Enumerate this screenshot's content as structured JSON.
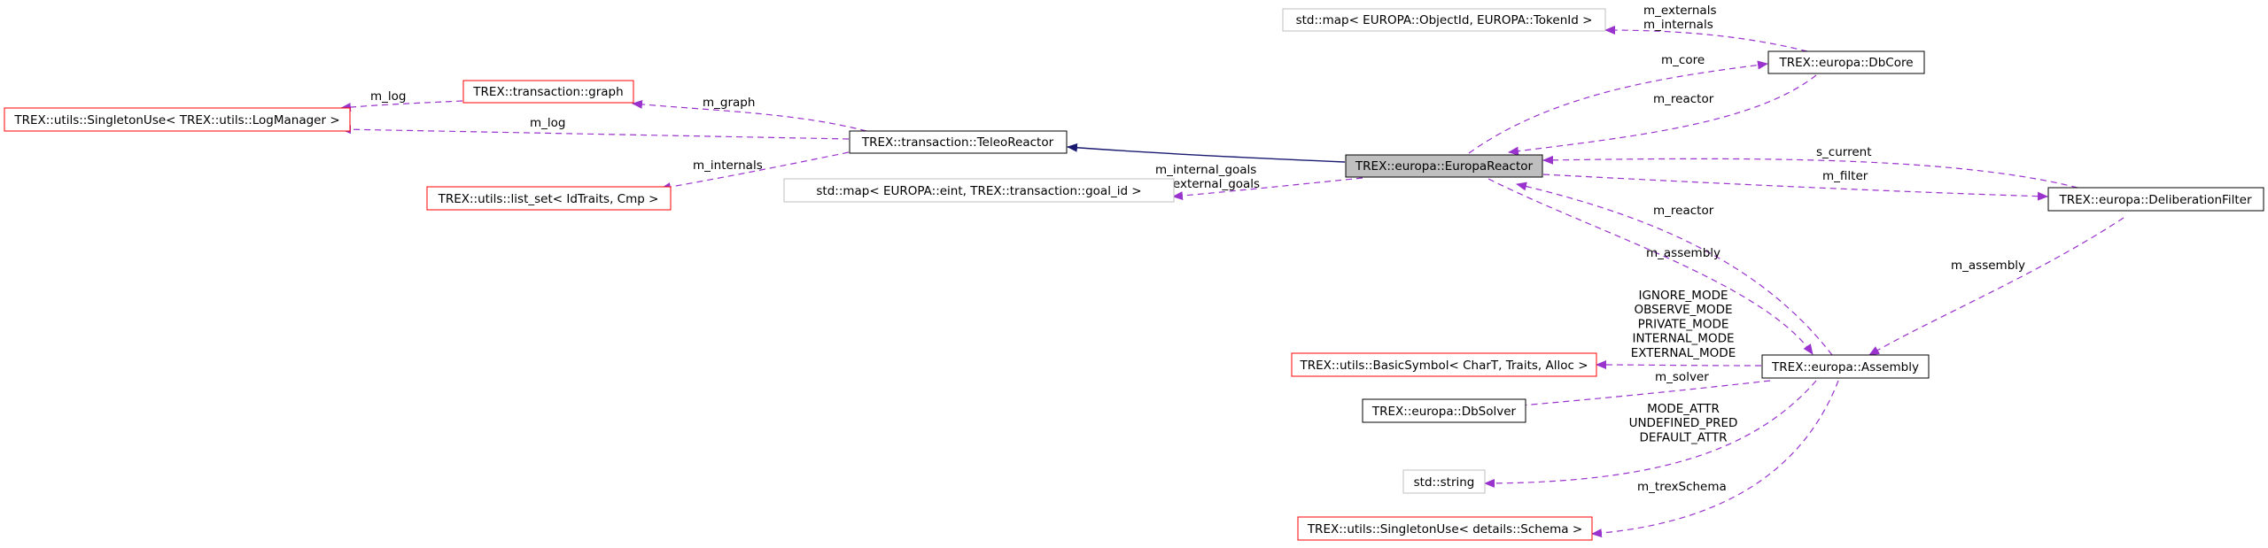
{
  "nodes": {
    "europa_reactor": {
      "label": "TREX::europa::EuropaReactor",
      "style": "focus"
    },
    "teleo_reactor": {
      "label": "TREX::transaction::TeleoReactor",
      "style": "black"
    },
    "graph": {
      "label": "TREX::transaction::graph",
      "style": "red"
    },
    "singleton_logmanager": {
      "label": "TREX::utils::SingletonUse< TREX::utils::LogManager >",
      "style": "red"
    },
    "list_set": {
      "label": "TREX::utils::list_set< IdTraits, Cmp >",
      "style": "red"
    },
    "map_eint_goal": {
      "label": "std::map< EUROPA::eint, TREX::transaction::goal_id >",
      "style": "gray"
    },
    "map_objectid_token": {
      "label": "std::map< EUROPA::ObjectId, EUROPA::TokenId >",
      "style": "gray"
    },
    "dbcore": {
      "label": "TREX::europa::DbCore",
      "style": "black"
    },
    "deliberation_filter": {
      "label": "TREX::europa::DeliberationFilter",
      "style": "black"
    },
    "assembly": {
      "label": "TREX::europa::Assembly",
      "style": "black"
    },
    "basic_symbol": {
      "label": "TREX::utils::BasicSymbol< CharT, Traits, Alloc >",
      "style": "red"
    },
    "dbsolver": {
      "label": "TREX::europa::DbSolver",
      "style": "black"
    },
    "std_string": {
      "label": "std::string",
      "style": "gray"
    },
    "singleton_schema": {
      "label": "TREX::utils::SingletonUse< details::Schema >",
      "style": "red"
    }
  },
  "edges": {
    "m_log_graph": {
      "lines": [
        "m_log"
      ]
    },
    "m_log_teleo": {
      "lines": [
        "m_log"
      ]
    },
    "m_graph": {
      "lines": [
        "m_graph"
      ]
    },
    "m_internals": {
      "lines": [
        "m_internals"
      ]
    },
    "inherit": {
      "lines": []
    },
    "m_goals": {
      "lines": [
        "m_internal_goals",
        "m_external_goals"
      ]
    },
    "m_externals_internals": {
      "lines": [
        "m_externals",
        "m_internals"
      ]
    },
    "m_core": {
      "lines": [
        "m_core"
      ]
    },
    "m_reactor_dbcore": {
      "lines": [
        "m_reactor"
      ]
    },
    "s_current": {
      "lines": [
        "s_current"
      ]
    },
    "m_filter": {
      "lines": [
        "m_filter"
      ]
    },
    "m_reactor_assembly": {
      "lines": [
        "m_reactor"
      ]
    },
    "m_assembly_reactor": {
      "lines": [
        "m_assembly"
      ]
    },
    "m_assembly_filter": {
      "lines": [
        "m_assembly"
      ]
    },
    "modes": {
      "lines": [
        "IGNORE_MODE",
        "OBSERVE_MODE",
        "PRIVATE_MODE",
        "INTERNAL_MODE",
        "EXTERNAL_MODE"
      ]
    },
    "m_solver": {
      "lines": [
        "m_solver"
      ]
    },
    "attrs": {
      "lines": [
        "MODE_ATTR",
        "UNDEFINED_PRED",
        "DEFAULT_ATTR"
      ]
    },
    "m_trexschema": {
      "lines": [
        "m_trexSchema"
      ]
    }
  },
  "colors": {
    "dependency": "#9a32cd",
    "inheritance": "#191970",
    "node_red": "#ff0000",
    "node_black": "#000000",
    "node_gray": "#bfbfbf",
    "focus_fill": "#bfbfbf"
  }
}
